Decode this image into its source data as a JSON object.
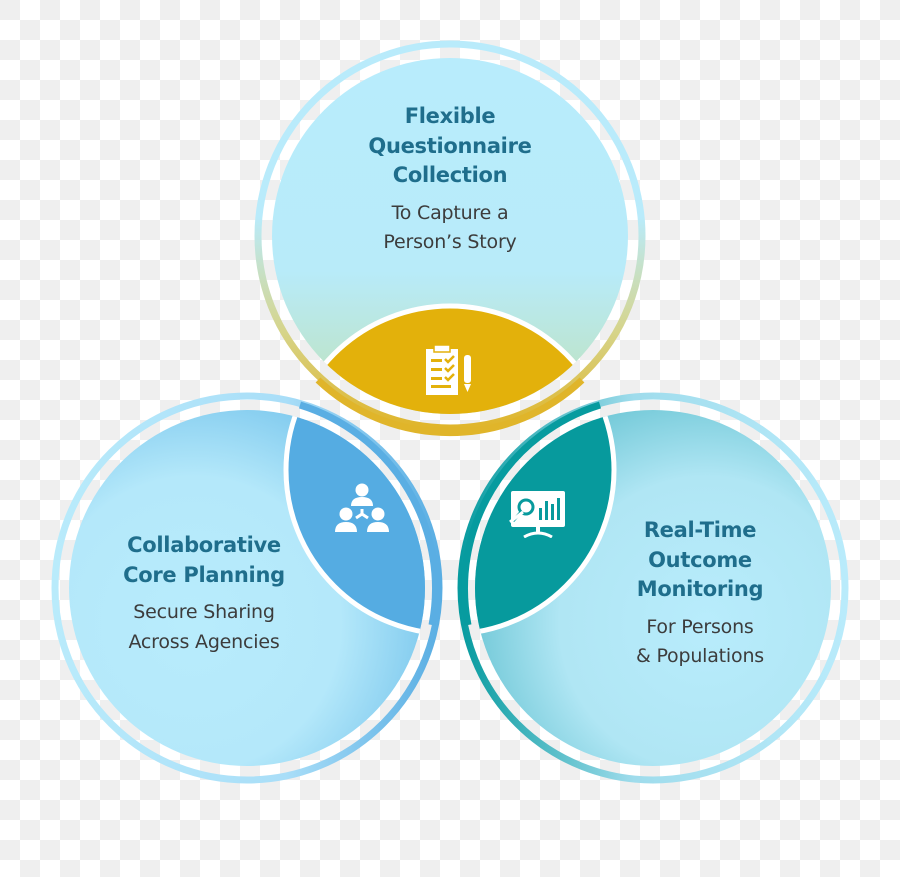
{
  "diagram": {
    "type": "three-circle venn",
    "circles": [
      {
        "id": "top",
        "title_lines": [
          "Flexible",
          "Questionnaire",
          "Collection"
        ],
        "subtitle_lines": [
          "To Capture a",
          "Person’s Story"
        ],
        "ring_color": "#b9ebfb",
        "ring_color_bottom": "#e0b52a",
        "fill_color": "#b7ebfb"
      },
      {
        "id": "left",
        "title_lines": [
          "Collaborative",
          "Core Planning"
        ],
        "subtitle_lines": [
          "Secure Sharing",
          "Across Agencies"
        ],
        "ring_color": "#5aaee3",
        "fill_color": "#b7ebfb"
      },
      {
        "id": "right",
        "title_lines": [
          "Real-Time",
          "Outcome",
          "Monitoring"
        ],
        "subtitle_lines": [
          "For Persons",
          "& Populations"
        ],
        "ring_color": "#079b9f",
        "fill_color": "#b7ebfb"
      }
    ],
    "overlaps": [
      {
        "id": "top-overlap",
        "icon": "clipboard-checklist-icon",
        "color": "#e3b10b"
      },
      {
        "id": "left-overlap",
        "icon": "team-network-icon",
        "color": "#55ace2"
      },
      {
        "id": "right-overlap",
        "icon": "monitor-analytics-icon",
        "color": "#079a9d"
      }
    ],
    "title_color": "#1f6e8c",
    "subtitle_color": "#3c3c3c"
  }
}
